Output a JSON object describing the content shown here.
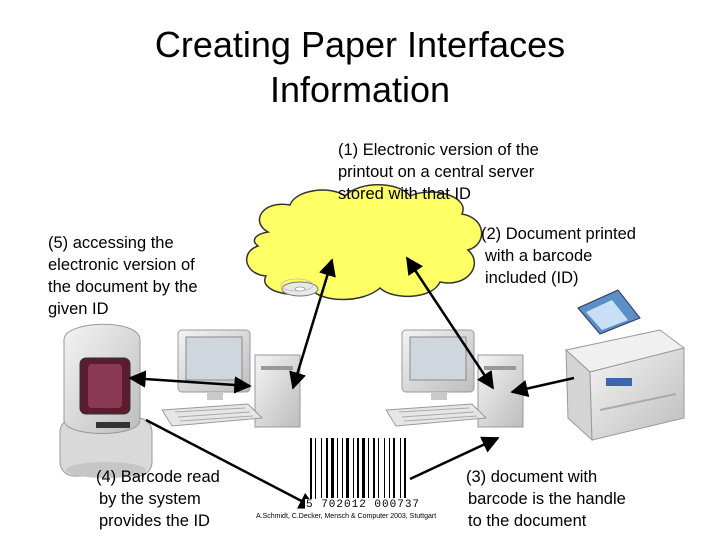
{
  "title": {
    "line1": "Creating Paper Interfaces",
    "line2": "Information"
  },
  "labels": {
    "step1": [
      "(1) Electronic version of the",
      "printout on a central server",
      "stored with that ID"
    ],
    "step2": [
      "(2) Document printed",
      "with a barcode",
      "included (ID)"
    ],
    "step3": [
      "(3) document with",
      "barcode is the handle",
      "to the document"
    ],
    "step4": [
      "(4) Barcode read",
      "by the system",
      "provides the ID"
    ],
    "step5": [
      "(5) accessing the",
      "electronic version of",
      "the document by the",
      "given ID"
    ]
  },
  "barcode_number": "5 702012 000737",
  "credit": "A.Schmidt, C.Decker, Mensch & Computer 2003, Stuttgart",
  "icons": [
    "server-cloud-icon",
    "disc-icon",
    "computer-icon",
    "printer-icon",
    "barcode-scanner-icon",
    "barcode-icon"
  ],
  "colors": {
    "cloud_fill": "#ffff66",
    "cloud_stroke": "#333333",
    "arrow": "#000000"
  }
}
